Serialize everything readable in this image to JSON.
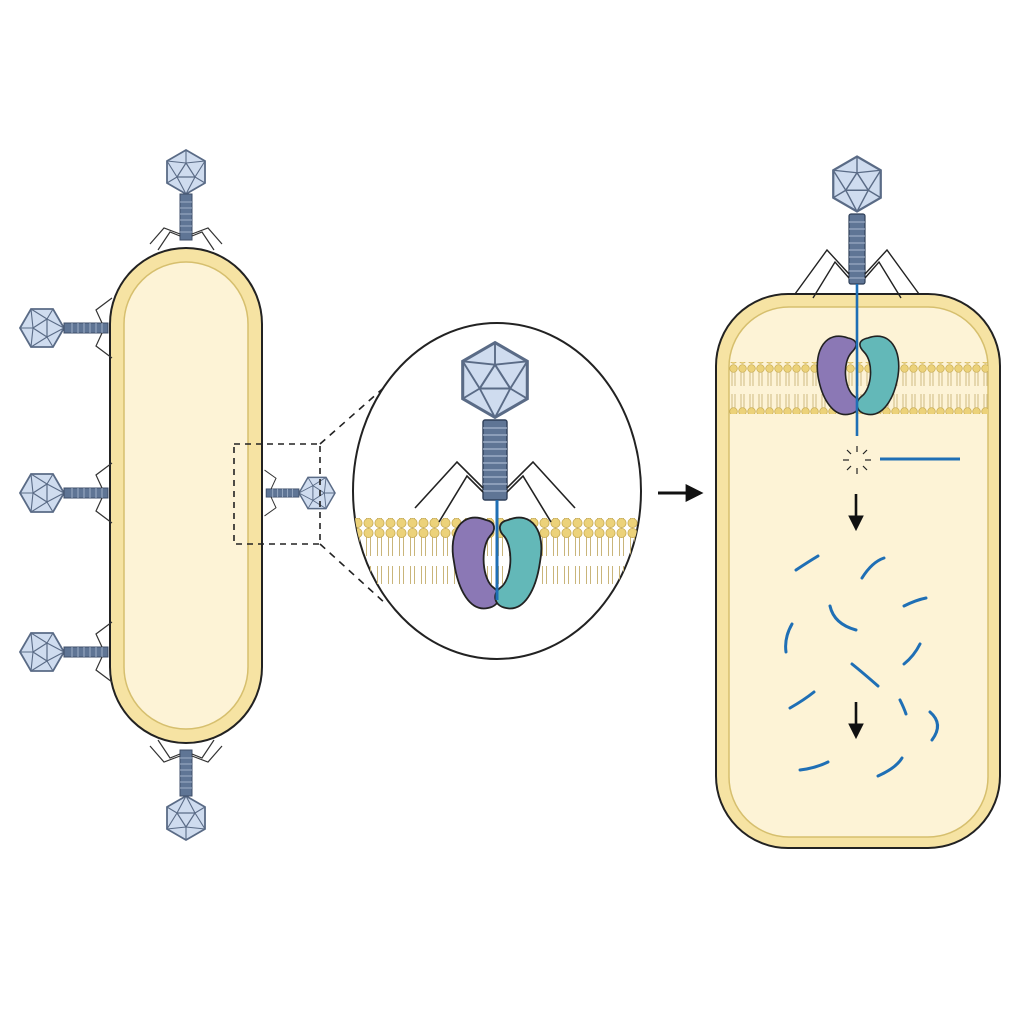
{
  "colors": {
    "background": "#ffffff",
    "cell_fill": "#fdf3d6",
    "cell_wall": "#f6e3a3",
    "outline": "#222222",
    "capsid_fill": "#cfdcef",
    "capsid_stroke": "#5a6b86",
    "tail": "#5f7595",
    "lipid_head": "#ecd27a",
    "lipid_tail": "#c9b57a",
    "receptor_left": "#8b78b5",
    "receptor_right": "#63b8b8",
    "dna": "#1f6fb5",
    "arrow": "#111111"
  },
  "icons": {
    "phage": "bacteriophage-icon",
    "arrow": "arrow-right-icon"
  },
  "panels": [
    "bacterium-overview",
    "membrane-zoom",
    "dna-injection"
  ]
}
